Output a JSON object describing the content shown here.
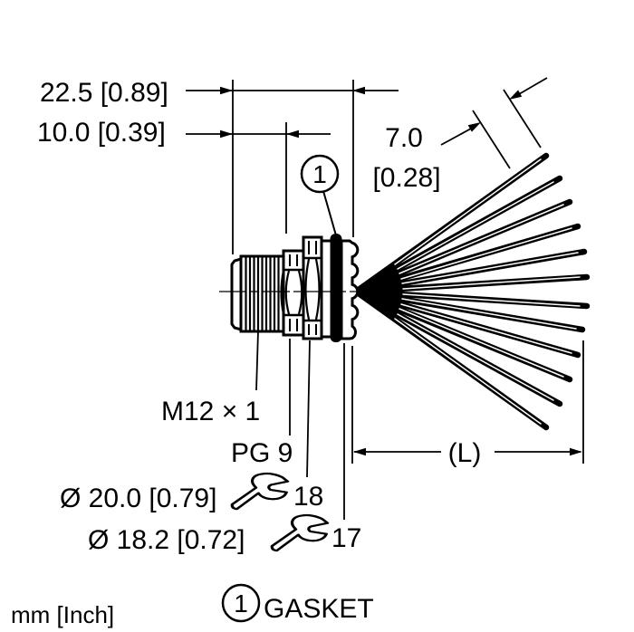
{
  "units_note": "mm [Inch]",
  "dims": {
    "overall_length": "22.5 [0.89]",
    "thread_length": "10.0 [0.39]",
    "wire_dia_mm": "7.0",
    "wire_dia_inch": "[0.28]",
    "cable_length": "(L)",
    "flange_diameter": "Ø 20.0 [0.79]",
    "mounting_hole_diameter": "Ø 18.2 [0.72]"
  },
  "labels": {
    "thread_spec": "M12 × 1",
    "back_thread_spec": "PG 9",
    "wrench_size_flange": "18",
    "wrench_size_locknut": "17"
  },
  "callout": {
    "number": "1"
  },
  "legend": {
    "number": "1",
    "text": "GASKET"
  },
  "colors": {
    "line": "#000000",
    "background": "#ffffff"
  }
}
